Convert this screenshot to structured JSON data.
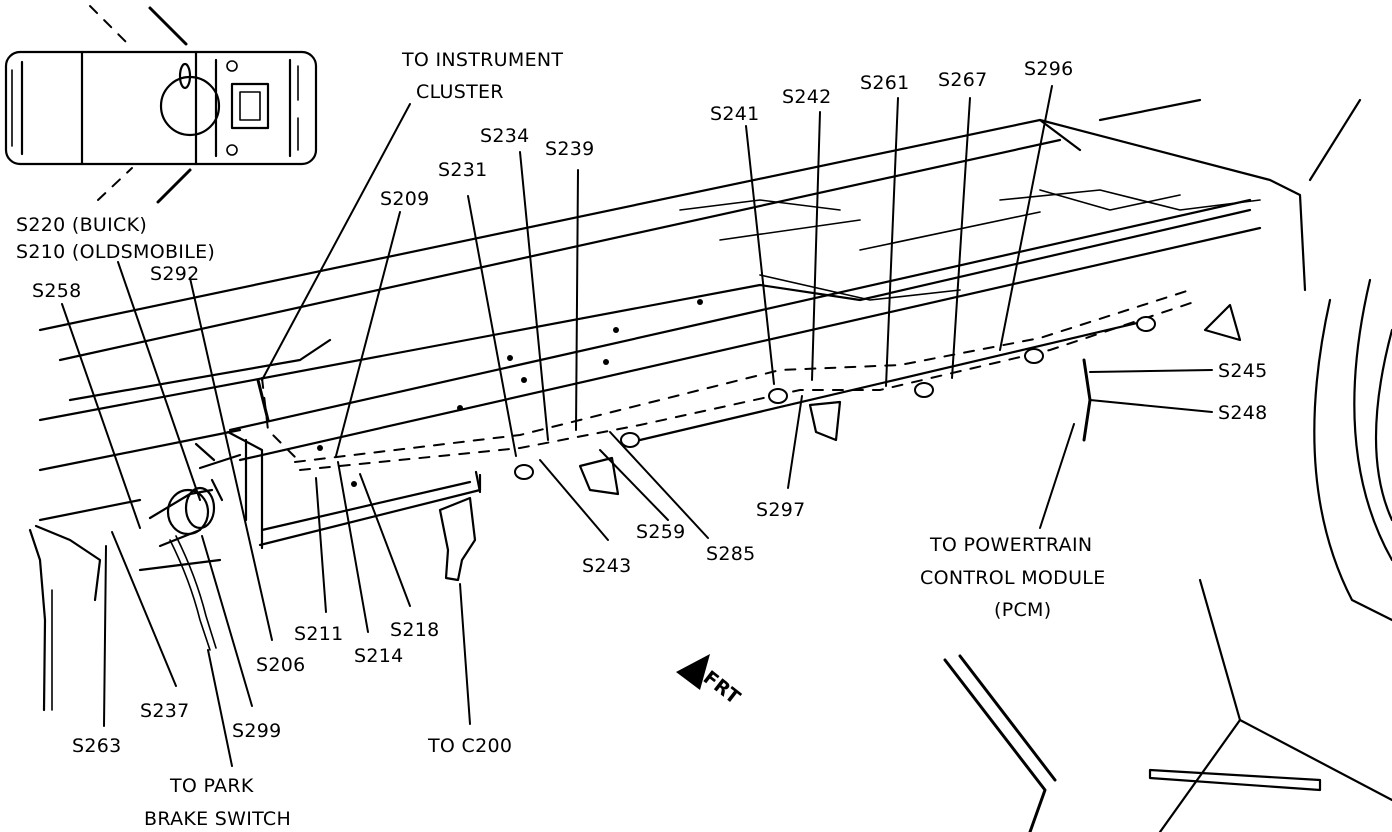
{
  "labels": {
    "to_instrument_cluster_1": "TO INSTRUMENT",
    "to_instrument_cluster_2": "CLUSTER",
    "s220": "S220 (BUICK)",
    "s210": "S210 (OLDSMOBILE)",
    "s258": "S258",
    "s292": "S292",
    "s209": "S209",
    "s231": "S231",
    "s234": "S234",
    "s239": "S239",
    "s241": "S241",
    "s242": "S242",
    "s261": "S261",
    "s267": "S267",
    "s296": "S296",
    "s245": "S245",
    "s248": "S248",
    "s297": "S297",
    "s259": "S259",
    "s285": "S285",
    "s243": "S243",
    "s211": "S211",
    "s214": "S214",
    "s218": "S218",
    "s206": "S206",
    "s237": "S237",
    "s299": "S299",
    "s263": "S263",
    "to_park_1": "TO PARK",
    "to_park_2": "BRAKE SWITCH",
    "to_c200": "TO C200",
    "to_pcm_1": "TO POWERTRAIN",
    "to_pcm_2": "CONTROL MODULE",
    "to_pcm_3": "(PCM)",
    "frt": "FRT"
  }
}
